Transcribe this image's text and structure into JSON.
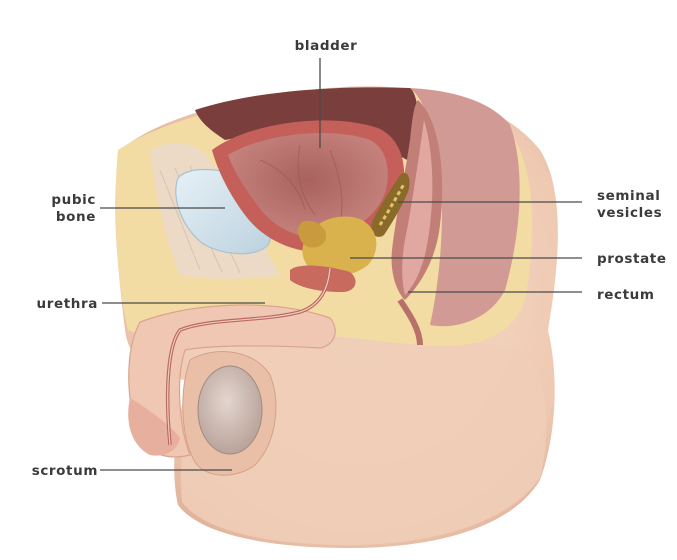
{
  "labels": {
    "bladder": "bladder",
    "pubic_bone": [
      "pubic",
      "bone"
    ],
    "urethra": "urethra",
    "scrotum": "scrotum",
    "seminal_vesicles": [
      "seminal",
      "vesicles"
    ],
    "prostate": "prostate",
    "rectum": "rectum"
  },
  "colors": {
    "skin": "#f2d3bf",
    "skin_shadow": "#d9a78f",
    "fat": "#f2d89a",
    "muscle": "#b85a56",
    "bladder_interior": "#b07672",
    "bone": "#cfe0ea",
    "prostate": "#d8b24e",
    "vesicles": "#8a6a2a",
    "rectum": "#c8847c"
  }
}
